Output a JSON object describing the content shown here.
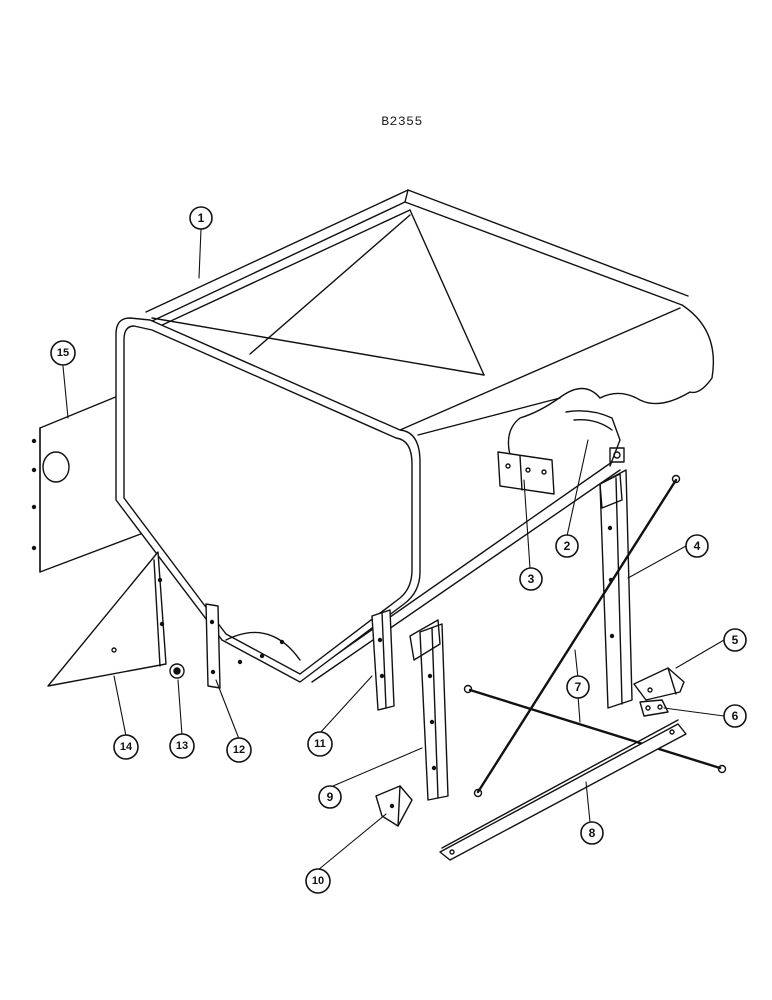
{
  "drawing_number": "B2355",
  "callouts": [
    {
      "label": "1"
    },
    {
      "label": "2"
    },
    {
      "label": "3"
    },
    {
      "label": "4"
    },
    {
      "label": "5"
    },
    {
      "label": "6"
    },
    {
      "label": "7"
    },
    {
      "label": "8"
    },
    {
      "label": "9"
    },
    {
      "label": "10"
    },
    {
      "label": "11"
    },
    {
      "label": "12"
    },
    {
      "label": "13"
    },
    {
      "label": "14"
    },
    {
      "label": "15"
    }
  ]
}
